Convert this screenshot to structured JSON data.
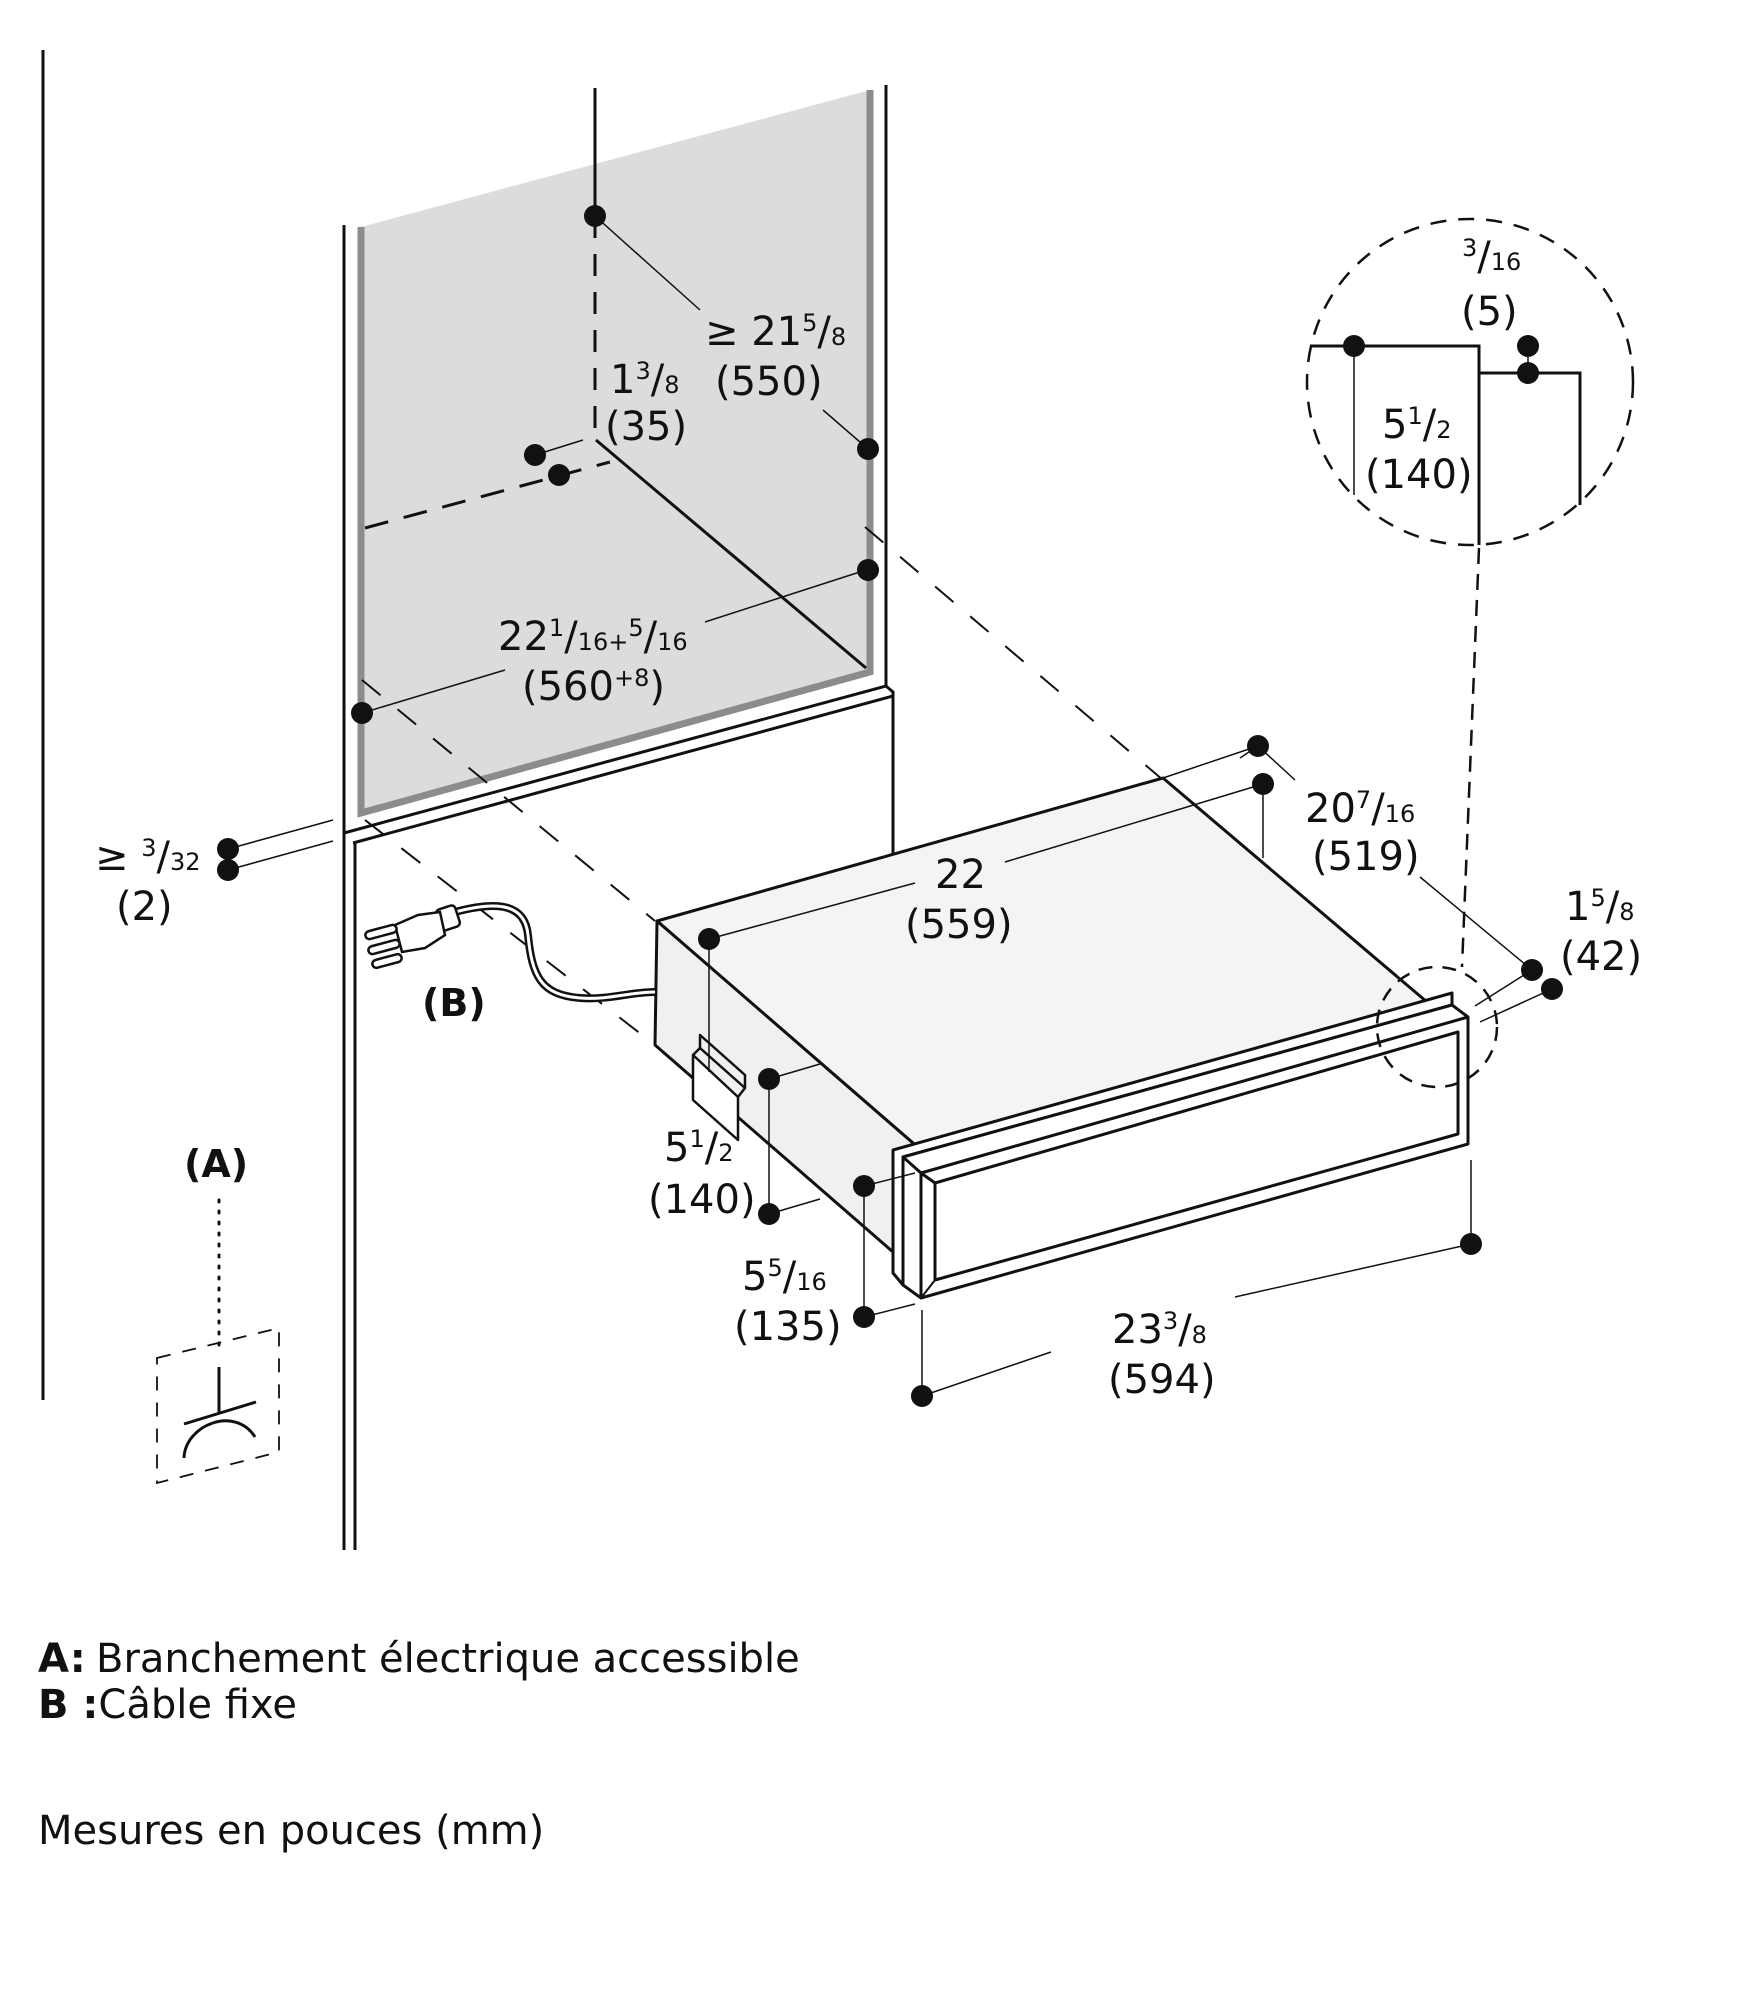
{
  "diagram": {
    "title": "Dimensions d'encastrement - tiroir chauffant",
    "colors": {
      "line": "#111111",
      "panel_fill": "#dcdcdc",
      "panel_edge": "#8c8c8c",
      "appliance_fill": "#f2f2f2"
    },
    "dimensions": {
      "niche_depth": {
        "whole": "≥ 21",
        "num": "5",
        "den": "8",
        "mm": "(550)"
      },
      "top_offset": {
        "whole": "1",
        "num": "3",
        "den": "8",
        "mm": "(35)"
      },
      "niche_width": {
        "whole": "22",
        "num": "1",
        "den": "16+",
        "num2": "5",
        "den2": "16",
        "mm": "(560",
        "mm_sup": "+8",
        "mm_close": ")"
      },
      "side_gap": {
        "whole": "≥ ",
        "num": "3",
        "den": "32",
        "mm": "(2)"
      },
      "body_width": {
        "whole": "22",
        "mm": "(559)"
      },
      "body_depth": {
        "whole": "20",
        "num": "7",
        "den": "16",
        "mm": "(519)"
      },
      "front_depth": {
        "whole": "1",
        "num": "5",
        "den": "8",
        "mm": "(42)"
      },
      "body_height": {
        "whole": "5",
        "num": "1",
        "den": "2",
        "mm": "(140)"
      },
      "front_height": {
        "whole": "5",
        "num": "5",
        "den": "16",
        "mm": "(135)"
      },
      "front_width": {
        "whole": "23",
        "num": "3",
        "den": "8",
        "mm": "(594)"
      },
      "detail_gap": {
        "whole": "",
        "num": "3",
        "den": "16",
        "mm": "(5)"
      },
      "detail_height": {
        "whole": "5",
        "num": "1",
        "den": "2",
        "mm": "(140)"
      }
    },
    "callouts": {
      "a": "(A)",
      "b": "(B)"
    }
  },
  "legend": {
    "items": [
      {
        "key": "A:",
        "text": "Branchement électrique accessible"
      },
      {
        "key": "B :",
        "text": "Câble fixe"
      }
    ],
    "note": "Mesures en pouces (mm)"
  }
}
